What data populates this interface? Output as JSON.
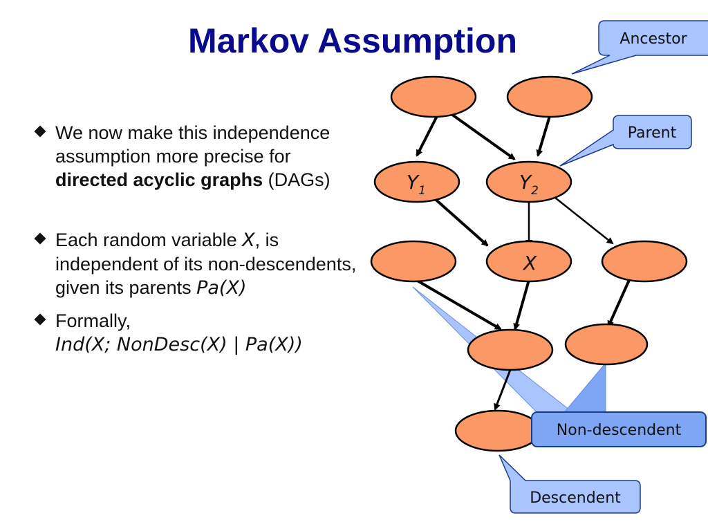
{
  "slide": {
    "title": "Markov Assumption",
    "bullets": [
      {
        "text_plain": "We now make this independence assumption more precise for ",
        "text_bold": "directed acyclic graphs",
        "text_tail": " (DAGs)"
      },
      {
        "text_plain": "Each random variable ",
        "text_italic": "X",
        "text_mid": ", is independent of its non-descendents, given its parents ",
        "text_italic2": "Pa(X)"
      },
      {
        "text_plain": "Formally,",
        "formula": "Ind(X; NonDesc(X) | Pa(X))"
      }
    ]
  },
  "diagram": {
    "nodes": {
      "y1": {
        "label": "Y",
        "subscript": "1"
      },
      "y2": {
        "label": "Y",
        "subscript": "2"
      },
      "x": {
        "label": "X"
      }
    },
    "callouts": {
      "ancestor": "Ancestor",
      "parent": "Parent",
      "non_descendent": "Non-descendent",
      "descendent": "Descendent"
    },
    "colors": {
      "node_fill": "#fa9966",
      "callout_fill": "#aac4ff",
      "callout_dark": "#7fa6f5",
      "title": "#0a0a8c"
    }
  }
}
